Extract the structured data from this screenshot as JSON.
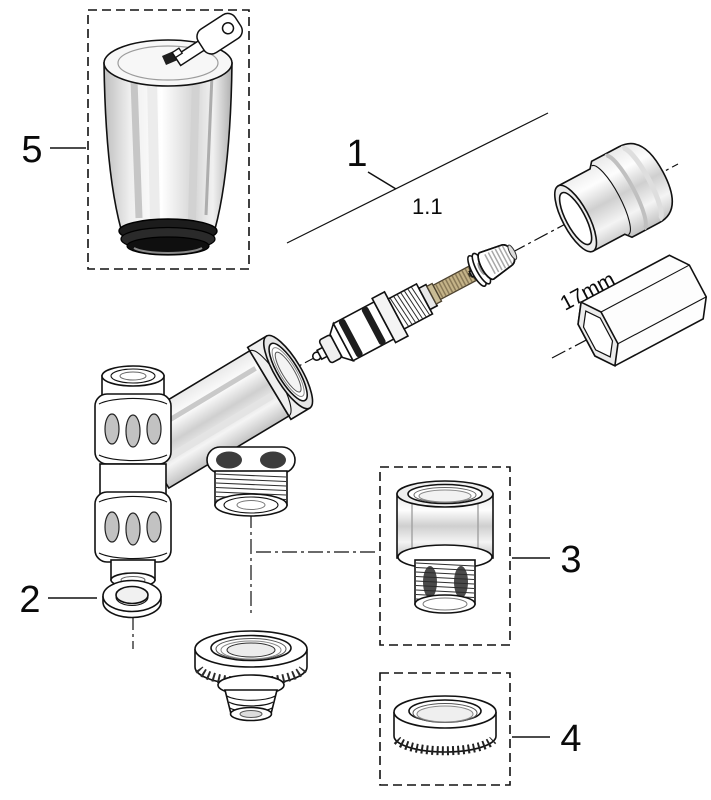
{
  "diagram": {
    "type": "exploded-parts-diagram",
    "labels": {
      "part_1": "1",
      "part_1_1": "1.1",
      "part_2": "2",
      "part_3": "3",
      "part_4": "4",
      "part_5": "5",
      "tool_size": "17mm"
    },
    "colors": {
      "line": "#111111",
      "background": "#ffffff",
      "dark_fill": "#1c1c1c",
      "brass": "#b9a87e",
      "chrome_light": "#f4f4f4",
      "chrome_dark": "#bdbdbd"
    }
  }
}
